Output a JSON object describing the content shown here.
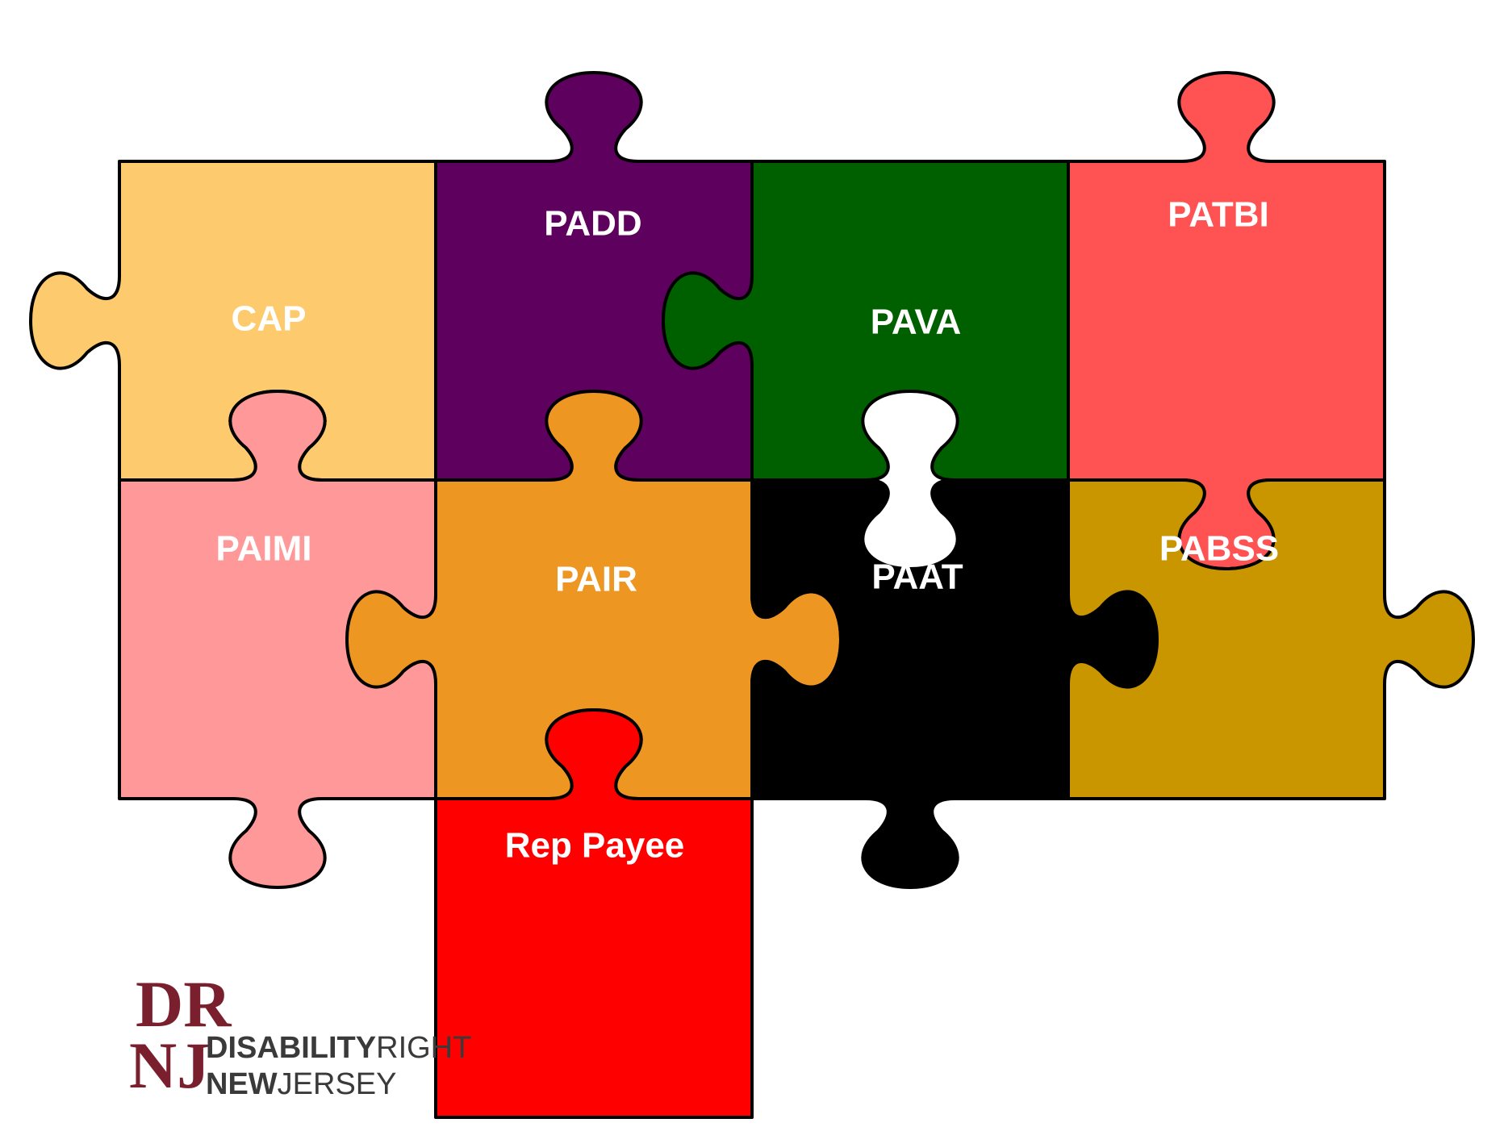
{
  "pieces": [
    {
      "id": "cap",
      "label": "CAP",
      "color": "#FDCB6E"
    },
    {
      "id": "padd",
      "label": "PADD",
      "color": "#5E005E"
    },
    {
      "id": "pava",
      "label": "PAVA",
      "color": "#006000"
    },
    {
      "id": "patbi",
      "label": "PATBI",
      "color": "#FF5252"
    },
    {
      "id": "paimi",
      "label": "PAIMI",
      "color": "#FF9999"
    },
    {
      "id": "pair",
      "label": "PAIR",
      "color": "#EE9622"
    },
    {
      "id": "paat",
      "label": "PAAT",
      "color": "#000000"
    },
    {
      "id": "pabss",
      "label": "PABSS",
      "color": "#C99600"
    },
    {
      "id": "rep_payee",
      "label": "Rep Payee",
      "color": "#FF0000"
    }
  ],
  "logo": {
    "initials_top": "DR",
    "initials_bottom": "NJ",
    "line1_bold": "DISABILITY",
    "line1_light": "RIGHT",
    "line2_bold": "NEW",
    "line2_light": "JERSEY",
    "initials_color": "#7A1F2E",
    "text_color": "#3A3A3A"
  }
}
